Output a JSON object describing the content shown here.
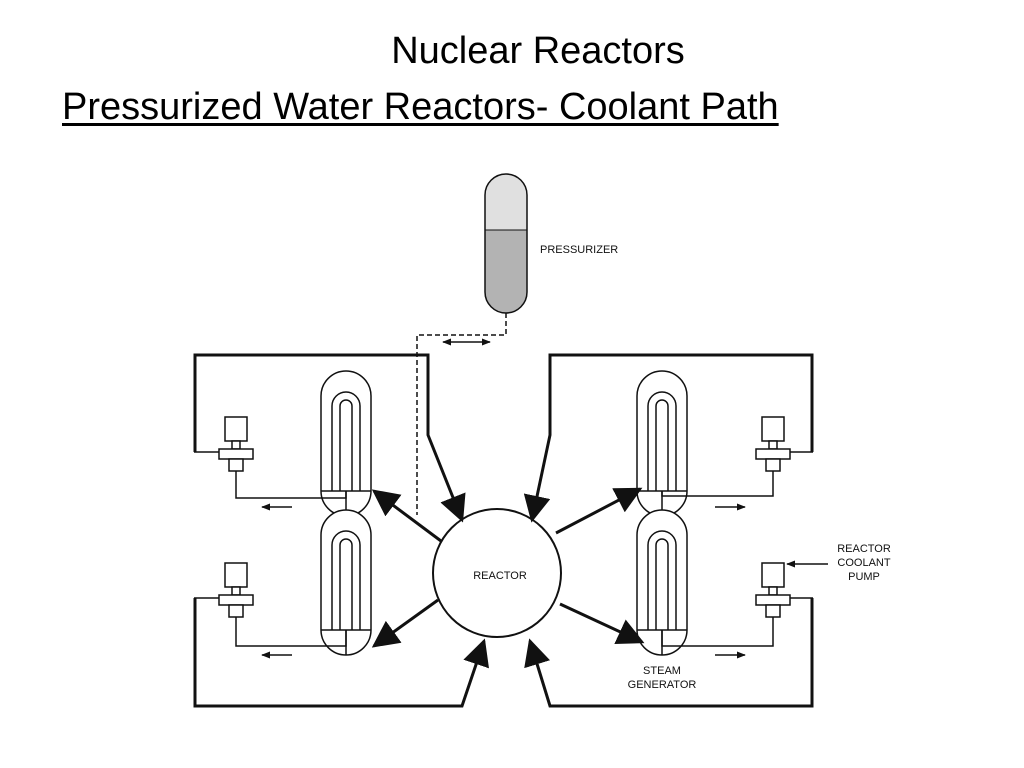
{
  "slide": {
    "title": "Nuclear Reactors",
    "subtitle": "Pressurized Water Reactors- Coolant Path"
  },
  "diagram": {
    "labels": {
      "pressurizer": "PRESSURIZER",
      "reactor": "REACTOR",
      "pump_line1": "REACTOR",
      "pump_line2": "COOLANT",
      "pump_line3": "PUMP",
      "sg_line1": "STEAM",
      "sg_line2": "GENERATOR"
    },
    "colors": {
      "line": "#111111",
      "pressurizer_steam": "#e0e0e0",
      "pressurizer_water": "#b3b3b3"
    }
  }
}
